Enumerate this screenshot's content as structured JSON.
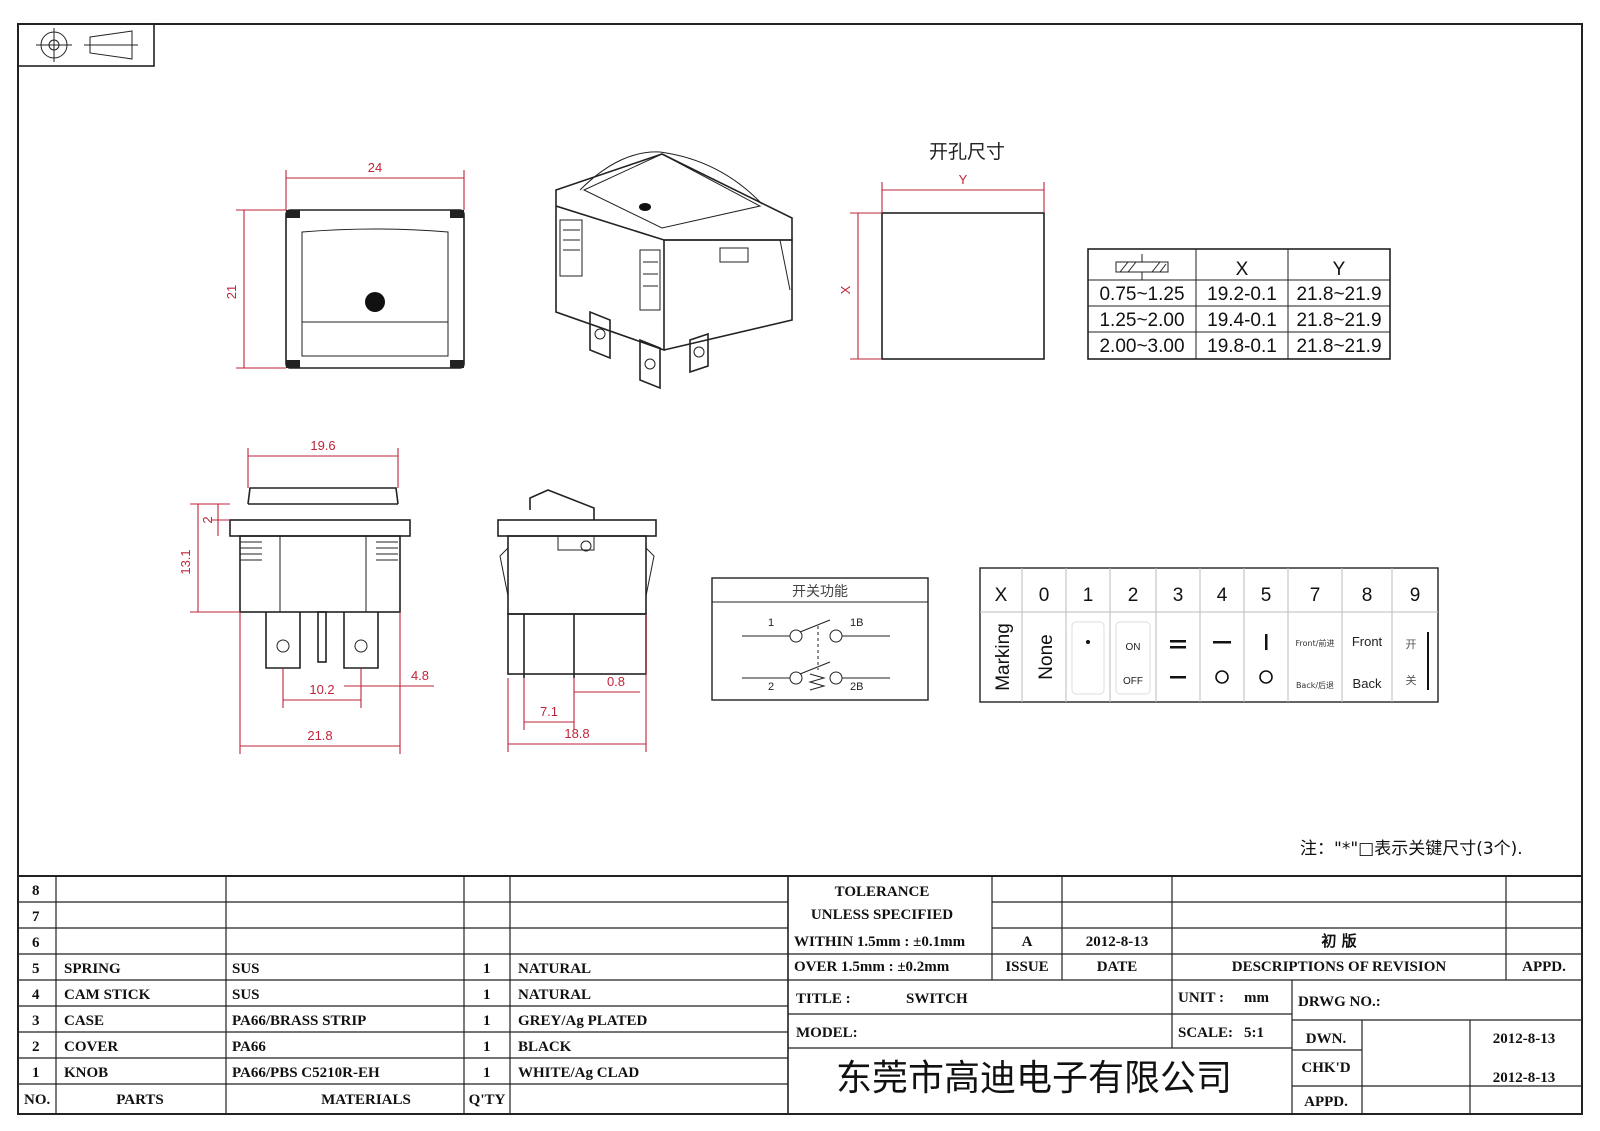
{
  "cutout": {
    "title": "开孔尺寸",
    "width_label": "Y",
    "height_label": "X",
    "table_headers": [
      "X",
      "Y"
    ],
    "rows": [
      {
        "range": "0.75~1.25",
        "x": "19.2-0.1",
        "y": "21.8~21.9"
      },
      {
        "range": "1.25~2.00",
        "x": "19.4-0.1",
        "y": "21.8~21.9"
      },
      {
        "range": "2.00~3.00",
        "x": "19.8-0.1",
        "y": "21.8~21.9"
      }
    ]
  },
  "dimensions": {
    "top_width": "24",
    "top_height": "21",
    "front_width": "19.6",
    "front_height": "13.1",
    "front_step": "2",
    "terminal_pitch": "10.2",
    "terminal_width": "4.8",
    "body_width": "21.8",
    "side_pitch": "7.1",
    "side_thickness": "0.8",
    "side_width": "18.8"
  },
  "circuit": {
    "title": "开关功能",
    "labels": [
      "1",
      "1B",
      "2",
      "2B"
    ]
  },
  "marking_table": {
    "codes": [
      "X",
      "0",
      "1",
      "2",
      "3",
      "4",
      "5",
      "7",
      "8",
      "9"
    ],
    "row_label": "Marking",
    "none_label": "None",
    "on_label": "ON",
    "off_label": "OFF",
    "front_label": "Front",
    "back_label": "Back",
    "front_small": "Front/前进",
    "back_small": "Back/后退",
    "kai": "开",
    "guan": "关"
  },
  "note": "注：\"*\"□表示关键尺寸(3个).",
  "bom": {
    "rows": [
      {
        "no": "8",
        "part": "",
        "material": "",
        "qty": "",
        "finish": ""
      },
      {
        "no": "7",
        "part": "",
        "material": "",
        "qty": "",
        "finish": ""
      },
      {
        "no": "6",
        "part": "",
        "material": "",
        "qty": "",
        "finish": ""
      },
      {
        "no": "5",
        "part": "SPRING",
        "material": "SUS",
        "qty": "1",
        "finish": "NATURAL"
      },
      {
        "no": "4",
        "part": "CAM STICK",
        "material": "SUS",
        "qty": "1",
        "finish": "NATURAL"
      },
      {
        "no": "3",
        "part": "CASE",
        "material": "PA66/BRASS STRIP",
        "qty": "1",
        "finish": "GREY/Ag PLATED"
      },
      {
        "no": "2",
        "part": "COVER",
        "material": "PA66",
        "qty": "1",
        "finish": "BLACK"
      },
      {
        "no": "1",
        "part": "KNOB",
        "material": "PA66/PBS C5210R-EH",
        "qty": "1",
        "finish": "WHITE/Ag CLAD"
      }
    ],
    "header": {
      "no": "NO.",
      "part": "PARTS",
      "material": "MATERIALS",
      "qty": "Q'TY"
    }
  },
  "title_block": {
    "tolerance_1": "TOLERANCE",
    "tolerance_2": "UNLESS  SPECIFIED",
    "within": "WITHIN 1.5mm : ±0.1mm",
    "over": "OVER 1.5mm : ±0.2mm",
    "issue_value": "A",
    "date_value": "2012-8-13",
    "revision_value": "初  版",
    "issue_label": "ISSUE",
    "date_label": "DATE",
    "desc_label": "DESCRIPTIONS  OF  REVISION",
    "appd_label": "APPD.",
    "title_label": "TITLE :",
    "title_value": "SWITCH",
    "unit_label": "UNIT :",
    "unit_value": "mm",
    "drwg_label": "DRWG  NO.:",
    "model_label": "MODEL:",
    "scale_label": "SCALE:",
    "scale_value": "5:1",
    "dwn_label": "DWN.",
    "dwn_date": "2012-8-13",
    "chkd_label": "CHK'D",
    "chkd_date": "2012-8-13",
    "appd2_label": "APPD.",
    "company": "东莞市高迪电子有限公司"
  }
}
